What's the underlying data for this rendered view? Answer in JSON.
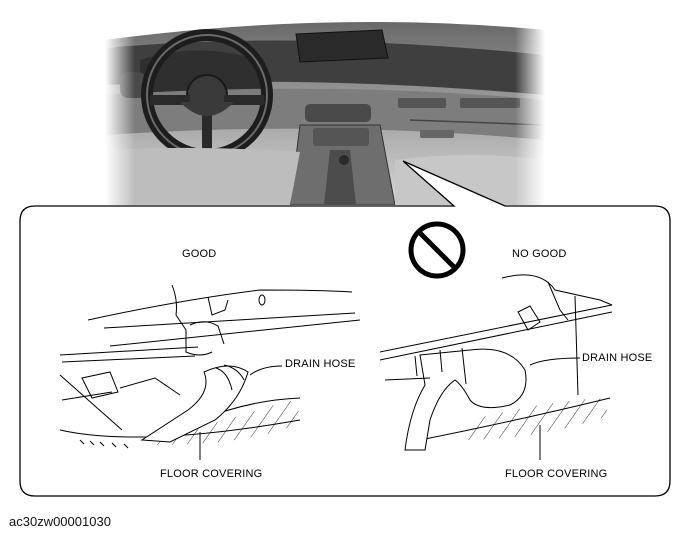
{
  "diagram": {
    "left_panel": {
      "heading": "GOOD",
      "callout_hose": "DRAIN HOSE",
      "callout_floor": "FLOOR COVERING"
    },
    "right_panel": {
      "heading": "NO GOOD",
      "callout_hose": "DRAIN HOSE",
      "callout_floor": "FLOOR COVERING",
      "symbol": "prohibited-icon"
    }
  },
  "figure_id": "ac30zw00001030"
}
